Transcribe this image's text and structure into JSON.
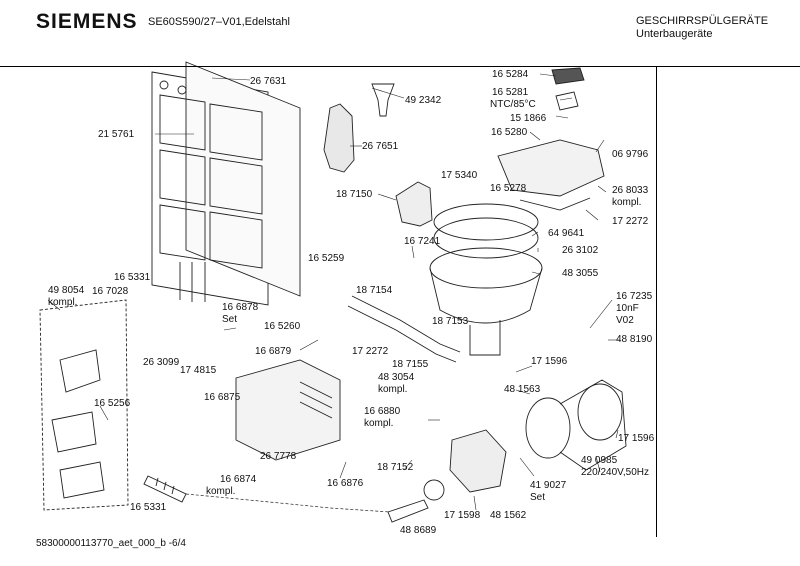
{
  "header": {
    "brand": "SIEMENS",
    "model": "SE60S590/27–V01,Edelstahl",
    "category_line1": "GESCHIRRSPÜLGERÄTE",
    "category_line2": "Unterbaugeräte"
  },
  "footer": {
    "doc_ref": "58300000113770_aet_000_b  -6/4"
  },
  "parts": [
    {
      "id": "p267631",
      "text": "26 7631"
    },
    {
      "id": "p492342",
      "text": "49 2342"
    },
    {
      "id": "p215761",
      "text": "21 5761"
    },
    {
      "id": "p267651",
      "text": "26 7651"
    },
    {
      "id": "p187150",
      "text": "18 7150"
    },
    {
      "id": "p167241",
      "text": "16 7241"
    },
    {
      "id": "p165259",
      "text": "16 5259"
    },
    {
      "id": "p165331a",
      "text": "16 5331"
    },
    {
      "id": "p167028",
      "text": "16 7028"
    },
    {
      "id": "p498054",
      "text": "49 8054"
    },
    {
      "id": "p498054k",
      "text": "kompl."
    },
    {
      "id": "p166878",
      "text": "16 6878"
    },
    {
      "id": "p166878s",
      "text": "Set"
    },
    {
      "id": "p187154",
      "text": "18 7154"
    },
    {
      "id": "p165260",
      "text": "16 5260"
    },
    {
      "id": "p166879",
      "text": "16 6879"
    },
    {
      "id": "p172272a",
      "text": "17 2272"
    },
    {
      "id": "p187153",
      "text": "18 7153"
    },
    {
      "id": "p187155",
      "text": "18 7155"
    },
    {
      "id": "p174815",
      "text": "17 4815"
    },
    {
      "id": "p263099",
      "text": "26 3099"
    },
    {
      "id": "p483054",
      "text": "48  3054"
    },
    {
      "id": "p483054k",
      "text": "kompl."
    },
    {
      "id": "p165256",
      "text": "16 5256"
    },
    {
      "id": "p166875",
      "text": "16 6875"
    },
    {
      "id": "p166880",
      "text": "16 6880"
    },
    {
      "id": "p166880k",
      "text": "kompl."
    },
    {
      "id": "p267778",
      "text": "26 7778"
    },
    {
      "id": "p187152",
      "text": "18 7152"
    },
    {
      "id": "p166874",
      "text": "16 6874"
    },
    {
      "id": "p166874k",
      "text": "kompl."
    },
    {
      "id": "p166876",
      "text": "16 6876"
    },
    {
      "id": "p165331b",
      "text": "16 5331"
    },
    {
      "id": "p488689",
      "text": "48 8689"
    },
    {
      "id": "p171598",
      "text": "17 1598"
    },
    {
      "id": "p481562",
      "text": "48 1562"
    },
    {
      "id": "p419027",
      "text": "41 9027"
    },
    {
      "id": "p419027s",
      "text": "Set"
    },
    {
      "id": "p481563",
      "text": "48 1563"
    },
    {
      "id": "p171596a",
      "text": "17 1596"
    },
    {
      "id": "p171596b",
      "text": "17 1596"
    },
    {
      "id": "p490985",
      "text": "49 0985"
    },
    {
      "id": "p490985v",
      "text": "220/240V,50Hz"
    },
    {
      "id": "p488190",
      "text": "48 8190"
    },
    {
      "id": "p167235",
      "text": "16 7235"
    },
    {
      "id": "p167235c",
      "text": "10nF"
    },
    {
      "id": "p167235v",
      "text": "V02"
    },
    {
      "id": "p483055",
      "text": "48 3055"
    },
    {
      "id": "p263102",
      "text": "26 3102"
    },
    {
      "id": "p649641",
      "text": "64 9641"
    },
    {
      "id": "p172272b",
      "text": "17 2272"
    },
    {
      "id": "p268033",
      "text": "26 8033"
    },
    {
      "id": "p268033k",
      "text": "kompl."
    },
    {
      "id": "p069796",
      "text": "06 9796"
    },
    {
      "id": "p165278",
      "text": "16 5278"
    },
    {
      "id": "p175340",
      "text": "17 5340"
    },
    {
      "id": "p165280",
      "text": "16 5280"
    },
    {
      "id": "p151866",
      "text": "15 1866"
    },
    {
      "id": "p165281",
      "text": "16 5281"
    },
    {
      "id": "p165281n",
      "text": "NTC/85°C"
    },
    {
      "id": "p165284",
      "text": "16 5284"
    }
  ]
}
